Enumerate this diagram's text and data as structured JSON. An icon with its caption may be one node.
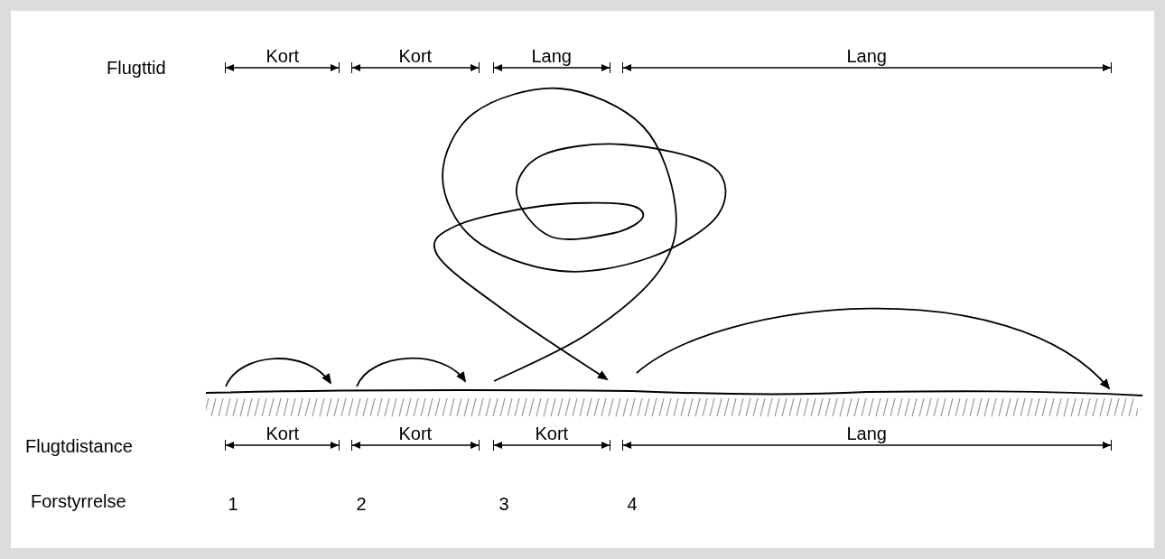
{
  "diagram": {
    "labels": [
      "Flugttid",
      "Kort",
      "Kort",
      "Lang",
      "Lang",
      "Flugtdistance",
      "Kort",
      "Kort",
      "Kort",
      "Lang",
      "Forstyrrelse",
      "1",
      "2",
      "3",
      "4"
    ]
  }
}
